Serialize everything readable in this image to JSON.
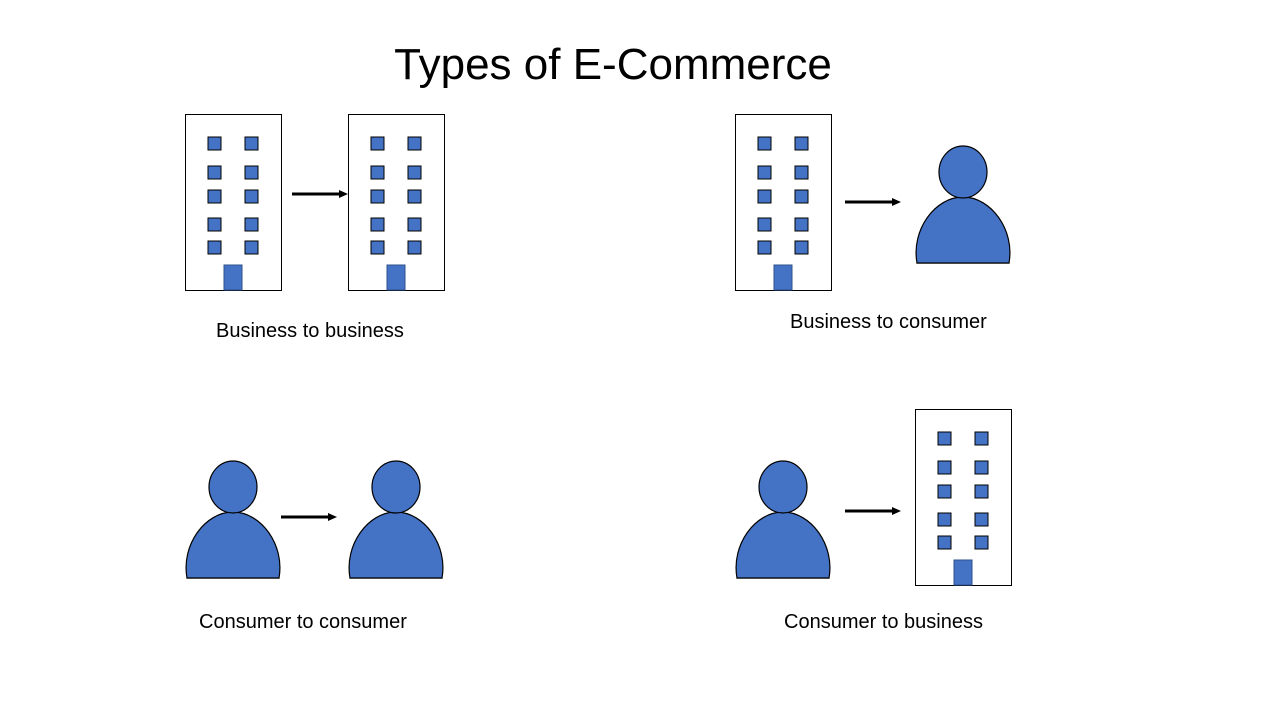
{
  "title": "Types of E-Commerce",
  "quadrants": [
    {
      "label": "Business to business",
      "from": "building",
      "to": "building"
    },
    {
      "label": "Business to consumer",
      "from": "building",
      "to": "person"
    },
    {
      "label": "Consumer to consumer",
      "from": "person",
      "to": "person"
    },
    {
      "label": "Consumer to business",
      "from": "person",
      "to": "building"
    }
  ],
  "colors": {
    "fill": "#4472C4",
    "stroke": "#2F528F",
    "outline": "#000000"
  }
}
